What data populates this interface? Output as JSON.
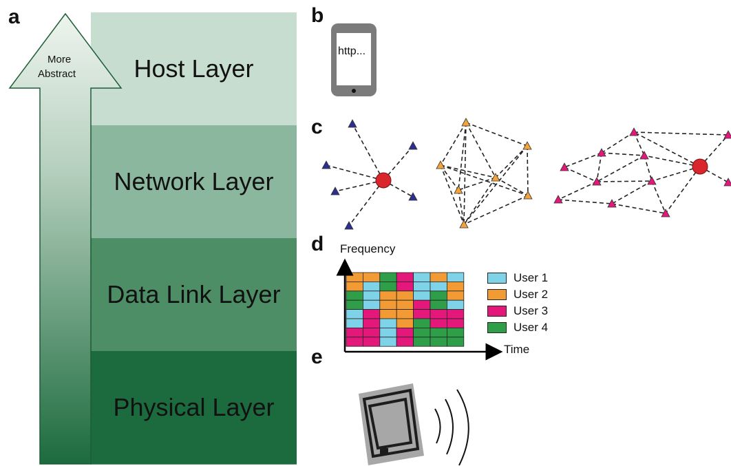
{
  "panels": {
    "a": "a",
    "b": "b",
    "c": "c",
    "d": "d",
    "e": "e"
  },
  "layers": [
    {
      "label": "Host Layer",
      "color": "#c6ddd0"
    },
    {
      "label": "Network Layer",
      "color": "#8ab79d"
    },
    {
      "label": "Data Link Layer",
      "color": "#4d8e67"
    },
    {
      "label": "Physical Layer",
      "color": "#1c6b3e"
    }
  ],
  "arrow": {
    "line1": "More",
    "line2": "Abstract"
  },
  "phone": {
    "text": "http..."
  },
  "tdma": {
    "y_axis_label": "Frequency",
    "x_axis_label": "Time",
    "legend": [
      {
        "label": "User 1",
        "color": "#7fd3e8"
      },
      {
        "label": "User 2",
        "color": "#f29a33"
      },
      {
        "label": "User 3",
        "color": "#e3187a"
      },
      {
        "label": "User 4",
        "color": "#2e9e48"
      }
    ],
    "grid": [
      [
        2,
        2,
        4,
        3,
        1,
        2,
        1
      ],
      [
        2,
        1,
        4,
        3,
        1,
        1,
        2
      ],
      [
        4,
        1,
        2,
        2,
        1,
        4,
        2
      ],
      [
        4,
        1,
        2,
        2,
        3,
        4,
        1
      ],
      [
        1,
        3,
        2,
        2,
        3,
        3,
        3
      ],
      [
        1,
        3,
        1,
        2,
        4,
        3,
        3
      ],
      [
        3,
        3,
        1,
        3,
        4,
        4,
        4
      ],
      [
        3,
        3,
        1,
        3,
        4,
        4,
        4
      ]
    ]
  }
}
